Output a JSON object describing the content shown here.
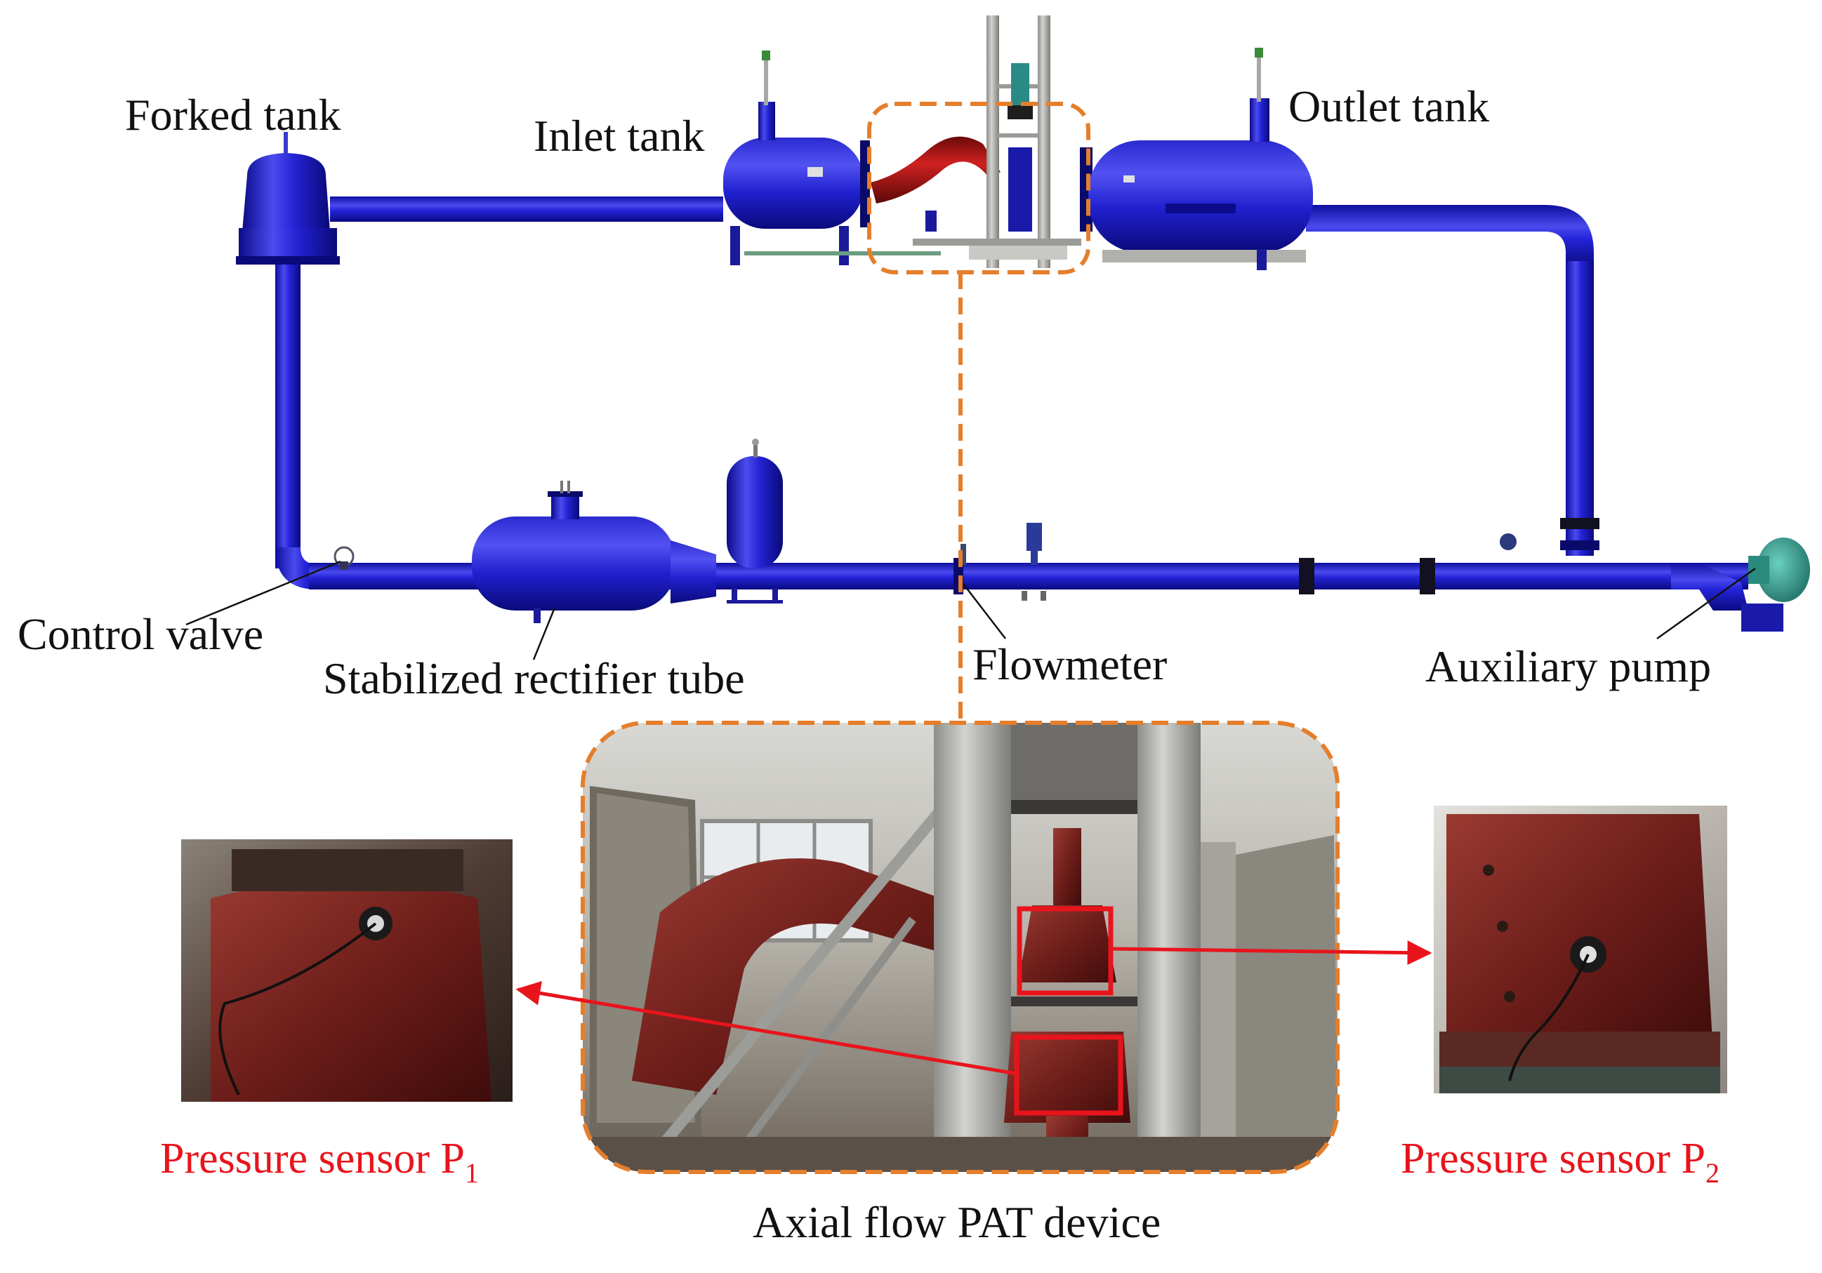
{
  "labels": {
    "forked_tank": "Forked tank",
    "inlet_tank": "Inlet tank",
    "outlet_tank": "Outlet tank",
    "control_valve": "Control valve",
    "stabilized_rectifier_tube": "Stabilized rectifier tube",
    "flowmeter": "Flowmeter",
    "auxiliary_pump": "Auxiliary pump",
    "pressure_sensor_p1_text": "Pressure sensor P",
    "pressure_sensor_p1_sub": "1",
    "pressure_sensor_p2_text": "Pressure sensor P",
    "pressure_sensor_p2_sub": "2",
    "device_caption": "Axial flow PAT device"
  },
  "colors": {
    "pipe_blue": "#1f1fd6",
    "pipe_highlight": "#5a5af0",
    "pipe_dark": "#0c0c8a",
    "dashed_orange": "#e57e2b",
    "callout_red": "#e8141c",
    "pat_red_brown": "#7a2020",
    "pump_teal": "#2f9c8c"
  }
}
